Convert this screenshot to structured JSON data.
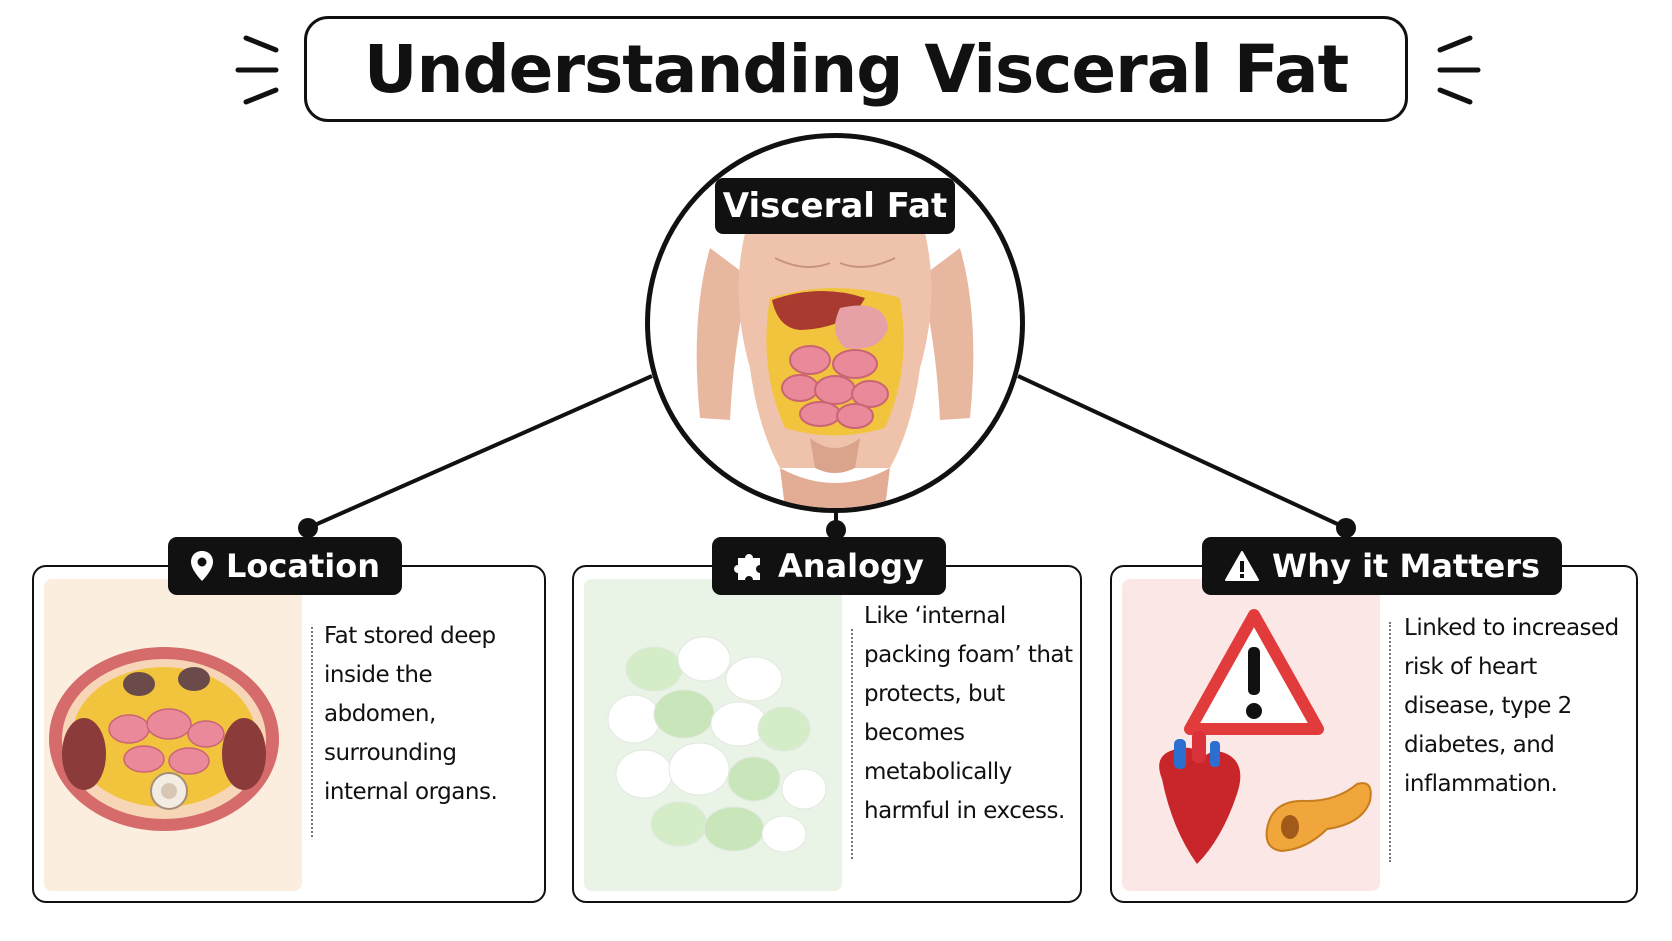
{
  "title": "Understanding Visceral Fat",
  "center": {
    "label": "Visceral Fat"
  },
  "cards": [
    {
      "tab": "Location",
      "icon": "map-pin-icon",
      "lines": [
        "Fat stored deep",
        "inside the abdomen,",
        "surrounding",
        "internal organs."
      ]
    },
    {
      "tab": "Analogy",
      "icon": "puzzle-piece-icon",
      "lines": [
        "Like ‘internal",
        "packing foam’ that",
        "protects, but",
        "becomes",
        "metabolically",
        "harmful in excess."
      ]
    },
    {
      "tab": "Why it Matters",
      "icon": "warning-triangle-icon",
      "lines": [
        "Linked to increased",
        "risk of heart",
        "disease, type 2",
        "diabetes, and",
        "inflammation."
      ]
    }
  ],
  "colors": {
    "ink": "#111111",
    "fat_yellow": "#f2c43d",
    "intestine_pink": "#e9899a",
    "foam_green": "#cfe8c4",
    "warning_red": "#e23b3b",
    "heart_red": "#c8262b",
    "pancreas_orange": "#f0a63a"
  }
}
